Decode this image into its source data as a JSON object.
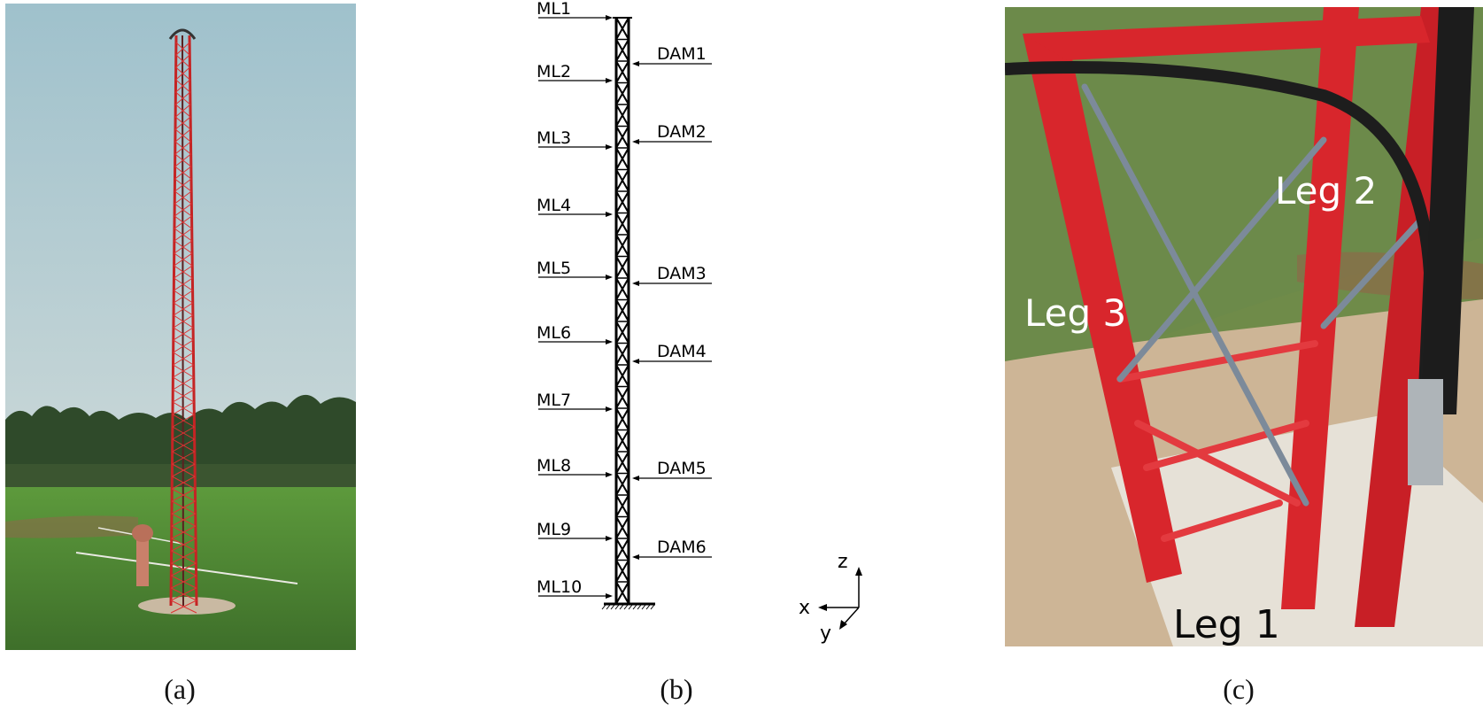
{
  "captions": {
    "a": "(a)",
    "b": "(b)",
    "c": "(c)"
  },
  "diagram": {
    "ml_labels": [
      "ML1",
      "ML2",
      "ML3",
      "ML4",
      "ML5",
      "ML6",
      "ML7",
      "ML8",
      "ML9",
      "ML10"
    ],
    "dam_labels": [
      "DAM1",
      "DAM2",
      "DAM3",
      "DAM4",
      "DAM5",
      "DAM6"
    ],
    "axes": {
      "z": "z",
      "x": "x",
      "y": "y"
    }
  },
  "photo_c": {
    "leg1": "Leg 1",
    "leg2": "Leg 2",
    "leg3": "Leg 3"
  },
  "colors": {
    "tower_red": "#d8262c",
    "sky": "#b9ced6",
    "grass": "#4f8a35",
    "concrete": "#d9c7ad"
  }
}
